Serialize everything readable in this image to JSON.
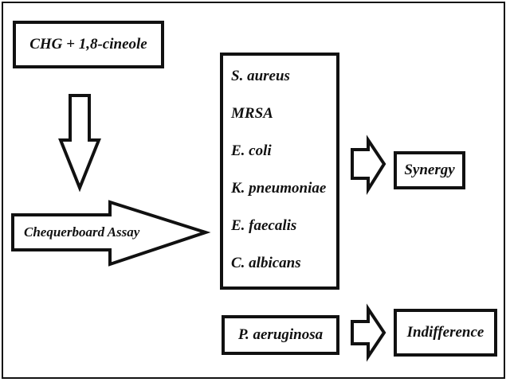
{
  "input_label": "CHG + 1,8-cineole",
  "assay_label": "Chequerboard Assay",
  "organisms": [
    "S. aureus",
    "MRSA",
    "E. coli",
    "K. pneumoniae",
    "E. faecalis",
    "C. albicans"
  ],
  "outcome_group": "Synergy",
  "exception_organism": "P. aeruginosa",
  "exception_outcome": "Indifference"
}
